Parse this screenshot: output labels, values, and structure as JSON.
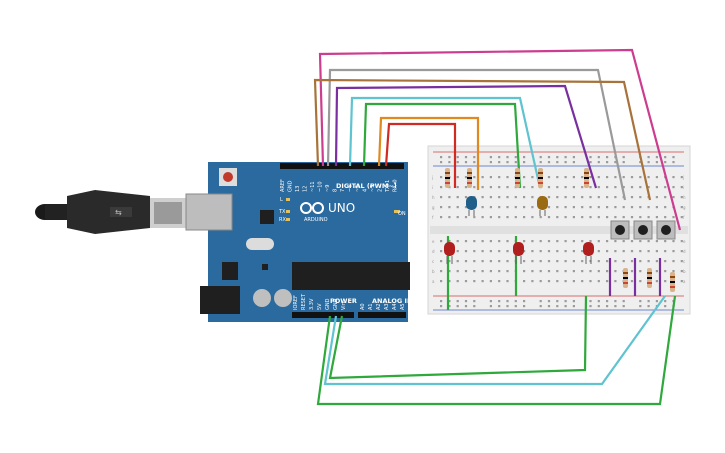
{
  "board": {
    "brand": "UNO",
    "subtitle": "ARDUINO",
    "digital_header": "DIGITAL (PWM~)",
    "power_header": "POWER",
    "analog_header": "ANALOG IN",
    "on_label": "ON",
    "tx_label": "TX",
    "rx_label": "RX",
    "l_label": "L",
    "digital_pins": [
      "AREF",
      "GND",
      "13",
      "12",
      "~11",
      "~10",
      "~9",
      "8",
      "7",
      "~6",
      "~5",
      "4",
      "~3",
      "2",
      "TX▸1",
      "RX◂0"
    ],
    "power_pins": [
      "IOREF",
      "RESET",
      "3.3V",
      "5V",
      "GND",
      "GND",
      "Vin"
    ],
    "analog_pins": [
      "A0",
      "A1",
      "A2",
      "A3",
      "A4",
      "A5"
    ]
  },
  "breadboard": {
    "row_letters_top": [
      "j",
      "i",
      "h",
      "g",
      "f"
    ],
    "row_letters_bottom": [
      "e",
      "d",
      "c",
      "b",
      "a"
    ],
    "rail_symbols": [
      "+",
      "-"
    ]
  },
  "colors": {
    "board": "#2b6a9e",
    "breadboard": "#eeeeee",
    "wire_magenta": "#cc3d8f",
    "wire_gray": "#9a9a9a",
    "wire_brown": "#a8733a",
    "wire_purple": "#7a2fa0",
    "wire_green": "#2fa83c",
    "wire_cyan": "#5fc3d0",
    "wire_orange": "#e0891e",
    "wire_red": "#d02a22"
  },
  "components": {
    "leds": [
      "red-led",
      "red-led",
      "red-led",
      "blue-led",
      "yellow-led"
    ],
    "buttons": 3,
    "resistors": 8
  }
}
